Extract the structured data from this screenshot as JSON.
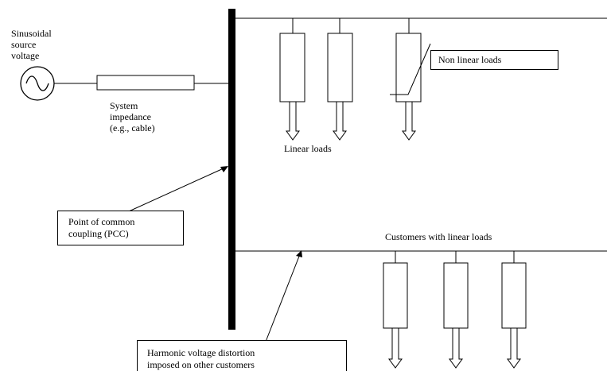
{
  "labels": {
    "source_line1": "Sinusoidal",
    "source_line2": "source",
    "source_line3": "voltage",
    "impedance_line1": "System",
    "impedance_line2": "impedance",
    "impedance_line3": "(e.g., cable)",
    "linear_loads": "Linear loads",
    "non_linear_loads": "Non linear loads",
    "pcc_line1": "Point of common",
    "pcc_line2": "coupling (PCC)",
    "customers": "Customers with linear loads",
    "distortion_line1": "Harmonic voltage distortion",
    "distortion_line2": "imposed on other customers"
  },
  "colors": {
    "stroke": "#000000",
    "background": "#ffffff"
  },
  "icons": {
    "source": "ac-source-icon",
    "load_arrow": "down-arrow-icon"
  }
}
